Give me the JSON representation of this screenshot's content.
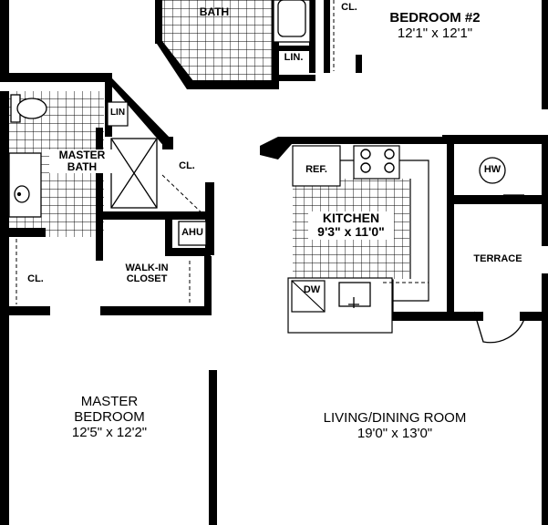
{
  "rooms": {
    "bath": {
      "name": "BATH"
    },
    "lin_top": {
      "name": "LIN."
    },
    "cl_top": {
      "name": "CL."
    },
    "bedroom2": {
      "name": "BEDROOM #2",
      "dims": "12'1\" x 12'1\""
    },
    "lin_master": {
      "name": "LIN"
    },
    "master_bath": {
      "line1": "MASTER",
      "line2": "BATH"
    },
    "cl_mid": {
      "name": "CL."
    },
    "ref": {
      "name": "REF."
    },
    "hw": {
      "name": "HW"
    },
    "kitchen": {
      "name": "KITCHEN",
      "dims": "9'3\" x 11'0\""
    },
    "ahu": {
      "name": "AHU"
    },
    "cl_left": {
      "name": "CL."
    },
    "walkin": {
      "line1": "WALK-IN",
      "line2": "CLOSET"
    },
    "terrace": {
      "name": "TERRACE"
    },
    "dw": {
      "name": "DW"
    },
    "master_bedroom": {
      "line1": "MASTER",
      "line2": "BEDROOM",
      "dims": "12'5\" x 12'2\""
    },
    "living": {
      "name": "LIVING/DINING ROOM",
      "dims": "19'0\" x 13'0\""
    }
  }
}
